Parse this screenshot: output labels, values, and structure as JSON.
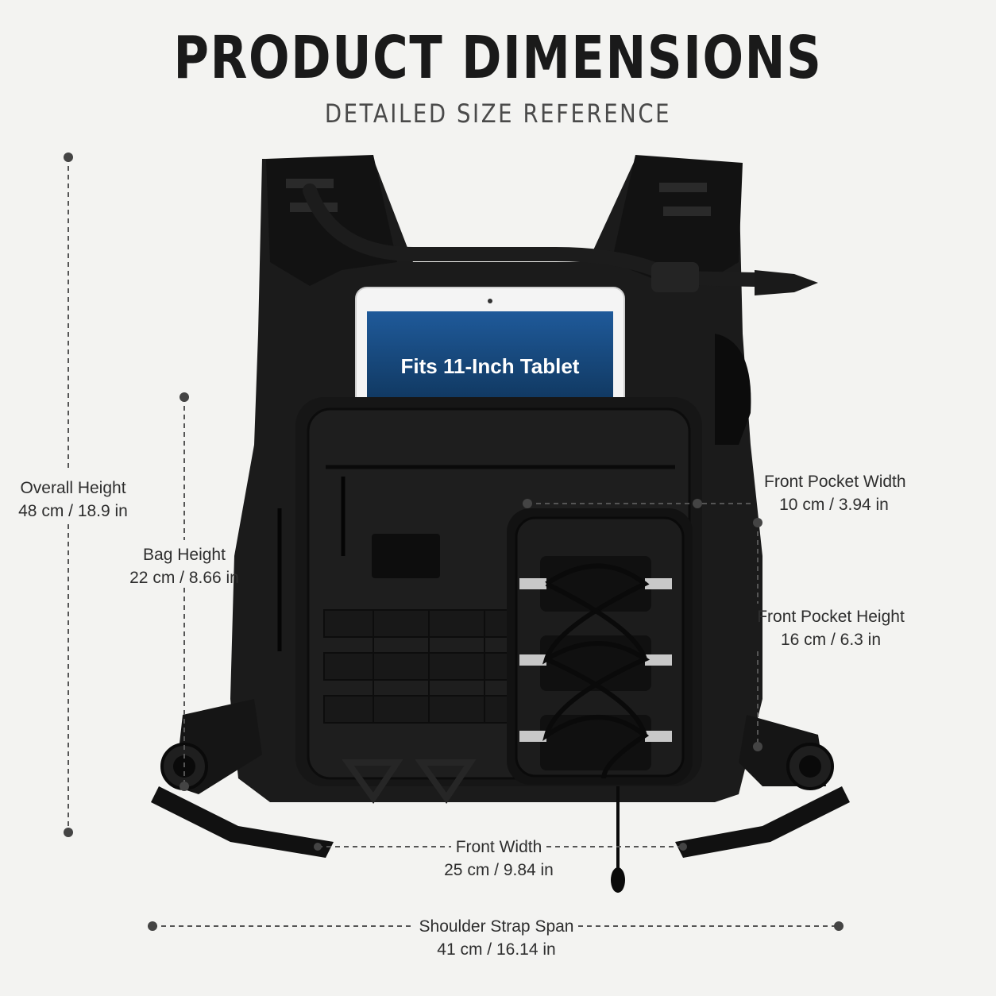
{
  "header": {
    "title": "PRODUCT DIMENSIONS",
    "subtitle": "DETAILED SIZE REFERENCE"
  },
  "tablet": {
    "caption": "Fits 11-Inch Tablet"
  },
  "dimensions": {
    "overall_height": {
      "name": "Overall Height",
      "value": "48 cm / 18.9 in"
    },
    "bag_height": {
      "name": "Bag Height",
      "value": "22 cm / 8.66 in"
    },
    "front_pocket_width": {
      "name": "Front Pocket Width",
      "value": "10 cm / 3.94 in"
    },
    "front_pocket_height": {
      "name": "Front Pocket Height",
      "value": "16 cm / 6.3 in"
    },
    "front_width": {
      "name": "Front Width",
      "value": "25 cm / 9.84 in"
    },
    "shoulder_strap_span": {
      "name": "Shoulder Strap Span",
      "value": "41 cm / 16.14 in"
    }
  },
  "colors": {
    "background": "#f3f3f1",
    "bag": "#141414",
    "dimension_line": "#555555",
    "tablet_screen": "#1c4f86",
    "reflective_strip": "#c8c8c8"
  }
}
